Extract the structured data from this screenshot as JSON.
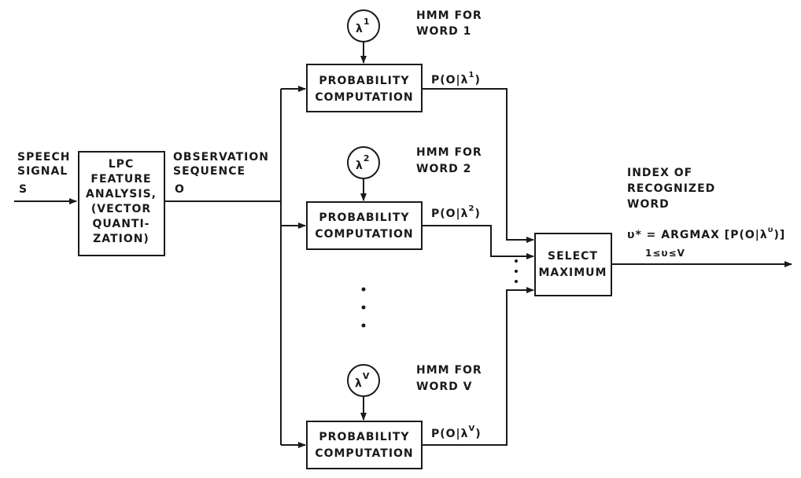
{
  "input": {
    "line1": "SPEECH",
    "line2": "SIGNAL",
    "symbol": "S"
  },
  "lpc_block": {
    "lines": [
      "LPC",
      "FEATURE",
      "ANALYSIS,",
      "(VECTOR",
      "QUANTI-",
      "ZATION)"
    ]
  },
  "observation": {
    "line1": "OBSERVATION",
    "line2": "SEQUENCE",
    "symbol": "O"
  },
  "hmm_branches": [
    {
      "model_base": "λ",
      "model_sup": "1",
      "hmm_line1": "HMM FOR",
      "hmm_line2": "WORD 1",
      "block_line1": "PROBABILITY",
      "block_line2": "COMPUTATION",
      "output_base": "P(O|λ",
      "output_sup": "1",
      "output_close": ")"
    },
    {
      "model_base": "λ",
      "model_sup": "2",
      "hmm_line1": "HMM FOR",
      "hmm_line2": "WORD 2",
      "block_line1": "PROBABILITY",
      "block_line2": "COMPUTATION",
      "output_base": "P(O|λ",
      "output_sup": "2",
      "output_close": ")"
    },
    {
      "model_base": "λ",
      "model_sup": "V",
      "hmm_line1": "HMM FOR",
      "hmm_line2": "WORD V",
      "block_line1": "PROBABILITY",
      "block_line2": "COMPUTATION",
      "output_base": "P(O|λ",
      "output_sup": "V",
      "output_close": ")"
    }
  ],
  "select_block": {
    "line1": "SELECT",
    "line2": "MAXIMUM"
  },
  "output": {
    "line1": "INDEX OF",
    "line2": "RECOGNIZED",
    "line3": "WORD",
    "formula_lhs": "υ*",
    "formula_main": " = ARGMAX [P(O|λ",
    "formula_sup": "υ",
    "formula_close": ")]",
    "formula_range": "1≤υ≤V"
  }
}
